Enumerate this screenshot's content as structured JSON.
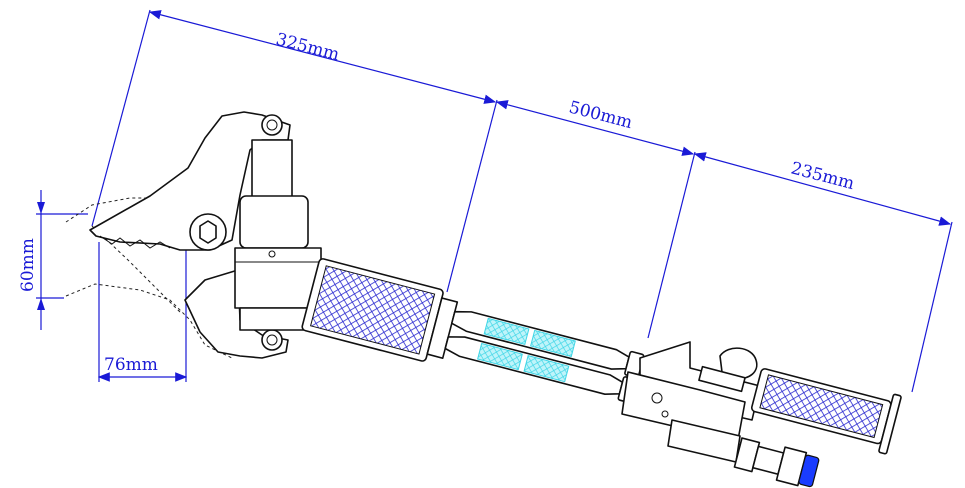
{
  "dimensions": {
    "length_325": "325mm",
    "length_500": "500mm",
    "length_235": "235mm",
    "jaw_opening": "60mm",
    "jaw_depth": "76mm"
  },
  "colors": {
    "dimension_line": "#1a1ad6",
    "grip_mesh": "#2a2ad0",
    "hose_segment": "#3fd6e6",
    "coupler": "#1a3cff"
  }
}
